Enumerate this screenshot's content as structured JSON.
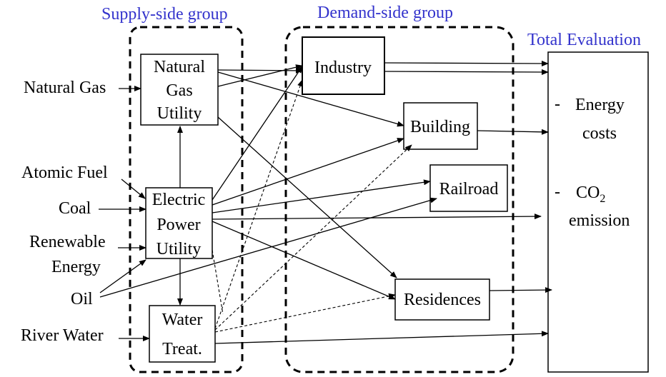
{
  "groups": {
    "supply": "Supply-side group",
    "demand": "Demand-side group",
    "total": "Total Evaluation"
  },
  "inputs": {
    "natural_gas": "Natural Gas",
    "atomic_fuel": "Atomic Fuel",
    "coal": "Coal",
    "renewable_line1": "Renewable",
    "renewable_line2": "Energy",
    "oil": "Oil",
    "river_water": "River Water"
  },
  "supply_nodes": {
    "ng_utility": [
      "Natural",
      "Gas",
      "Utility"
    ],
    "ep_utility": [
      "Electric",
      "Power",
      "Utility"
    ],
    "water_treat": [
      "Water",
      "Treat."
    ]
  },
  "demand_nodes": {
    "industry": "Industry",
    "building": "Building",
    "railroad": "Railroad",
    "residences": "Residences"
  },
  "evaluation": {
    "dash": "-",
    "energy_line1": "Energy",
    "energy_line2": "costs",
    "co2_prefix": "CO",
    "co2_sub": "2",
    "co2_line2": "emission"
  },
  "colors": {
    "group_title": "#3333cc",
    "line": "#000000"
  }
}
